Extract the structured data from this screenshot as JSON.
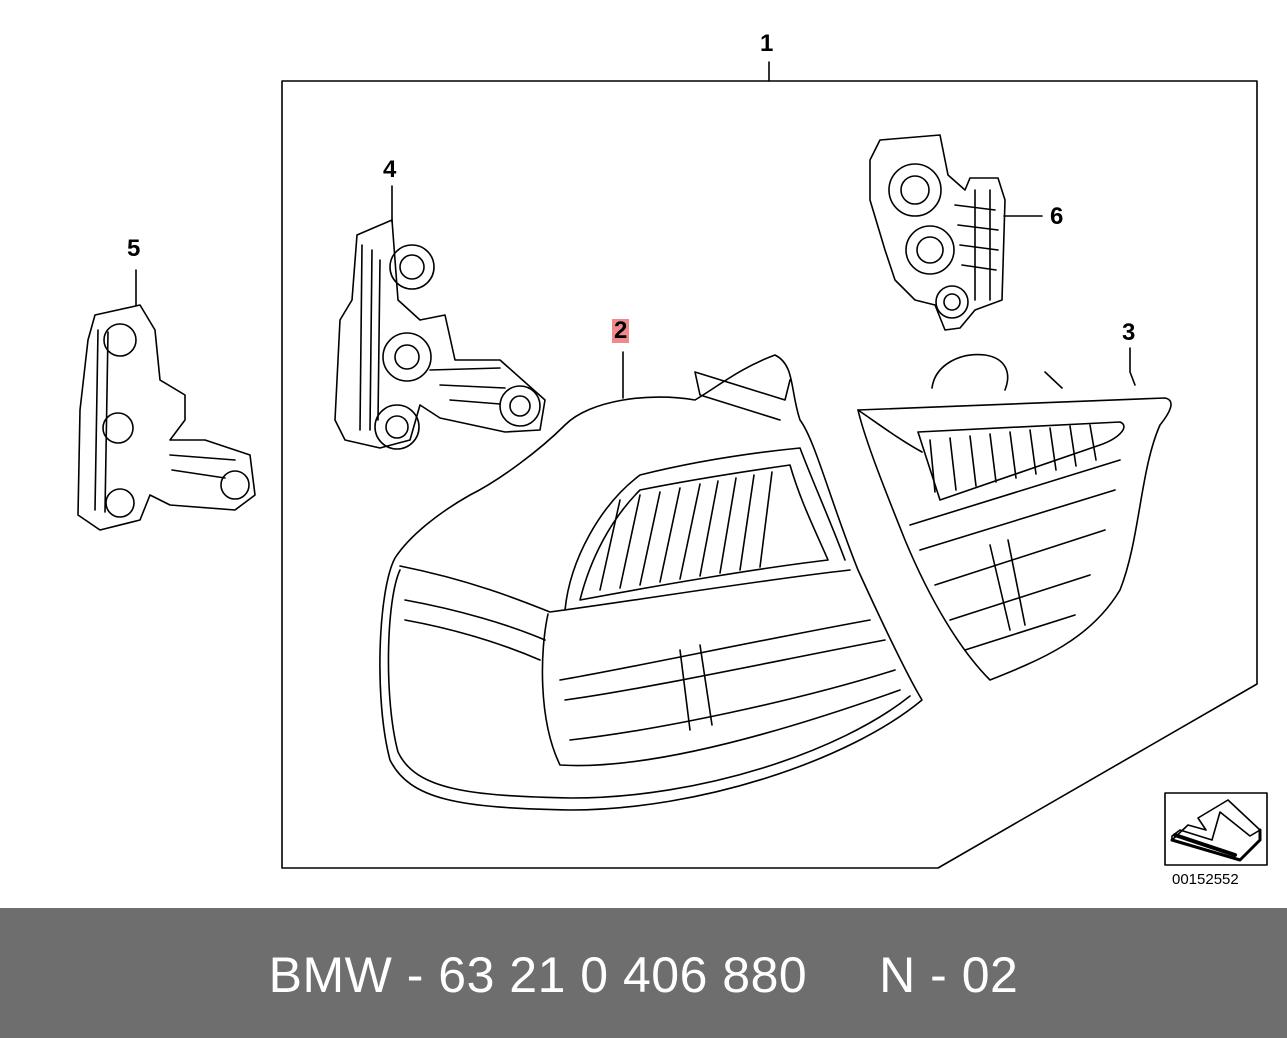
{
  "callouts": {
    "c1": "1",
    "c2": "2",
    "c3": "3",
    "c4": "4",
    "c5": "5",
    "c6": "6"
  },
  "highlight_color": "#f08a8a",
  "reference_number": "00152552",
  "footer": {
    "text": "BMW - 63 21 0 406 880     N - 02",
    "background": "#6e6e6e"
  },
  "icons": [
    "orientation-arrow-icon"
  ]
}
